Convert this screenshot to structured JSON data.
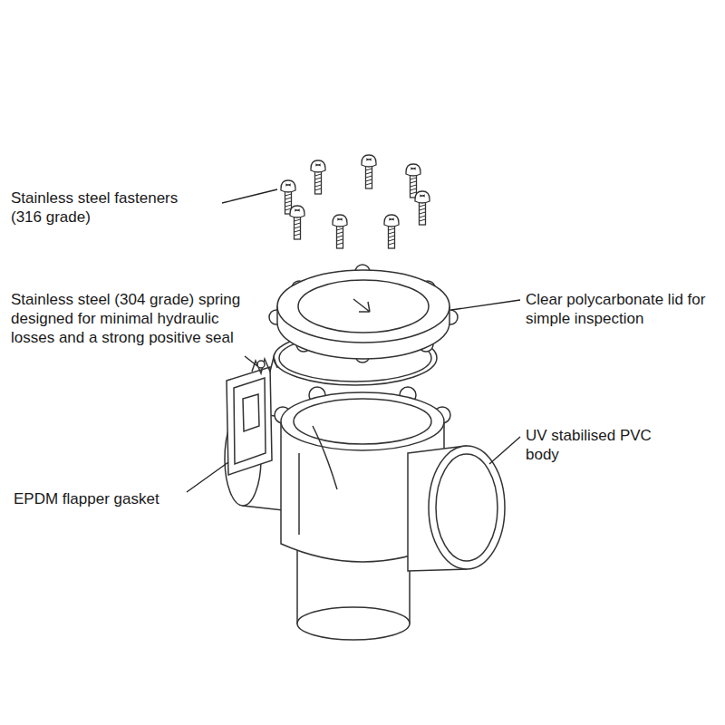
{
  "diagram": {
    "labels": [
      "Stainless steel fasteners (316 grade)",
      "Stainless steel (304 grade) spring designed for minimal hydraulic losses and a strong positive seal",
      "Clear polycarbonate lid for simple inspection",
      "UV stabilised PVC body",
      "EPDM flapper gasket"
    ]
  }
}
